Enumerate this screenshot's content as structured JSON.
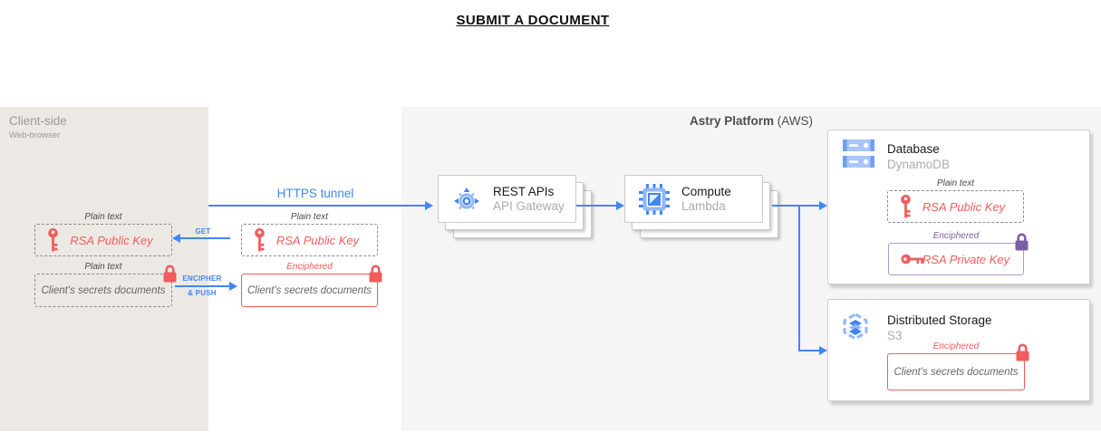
{
  "title": "SUBMIT A DOCUMENT",
  "client": {
    "title": "Client-side",
    "subtitle": "Web-browser",
    "public_key": {
      "label": "Plain text",
      "text": "RSA Public Key"
    },
    "secrets": {
      "label": "Plain text",
      "text": "Client's secrets documents"
    }
  },
  "staging": {
    "public_key": {
      "label": "Plain text",
      "text": "RSA Public Key"
    },
    "secrets": {
      "label": "Enciphered",
      "text": "Client's secrets documents"
    }
  },
  "connections": {
    "https_tunnel": "HTTPS tunnel",
    "get": "GET",
    "encipher_line1": "ENCIPHER",
    "encipher_line2": "& PUSH"
  },
  "platform": {
    "title": "Astry Platform",
    "suffix": "(AWS)",
    "rest_apis": {
      "title": "REST APIs",
      "subtitle": "API Gateway"
    },
    "compute": {
      "title": "Compute",
      "subtitle": "Lambda"
    },
    "database": {
      "title": "Database",
      "subtitle": "DynamoDB",
      "public_key": {
        "label": "Plain text",
        "text": "RSA Public Key"
      },
      "private_key": {
        "label": "Enciphered",
        "text": "RSA Private Key"
      }
    },
    "storage": {
      "title": "Distributed Storage",
      "subtitle": "S3",
      "secrets": {
        "label": "Enciphered",
        "text": "Client's secrets documents"
      }
    }
  },
  "icons": {
    "key-icon": "red key glyph",
    "padlock-icon": "padlock glyph",
    "api-gateway-icon": "circle with radiating arrows",
    "cpu-chip-icon": "processor chip",
    "database-icon": "stacked server bars",
    "storage-icon": "hexagon with stacked layers"
  },
  "colors": {
    "accent_blue": "#4285F4",
    "alert_red": "#F25C5C",
    "purple": "#7B5FA5",
    "client_panel_bg": "#ECE9E4",
    "platform_panel_bg": "#F5F5F6"
  }
}
